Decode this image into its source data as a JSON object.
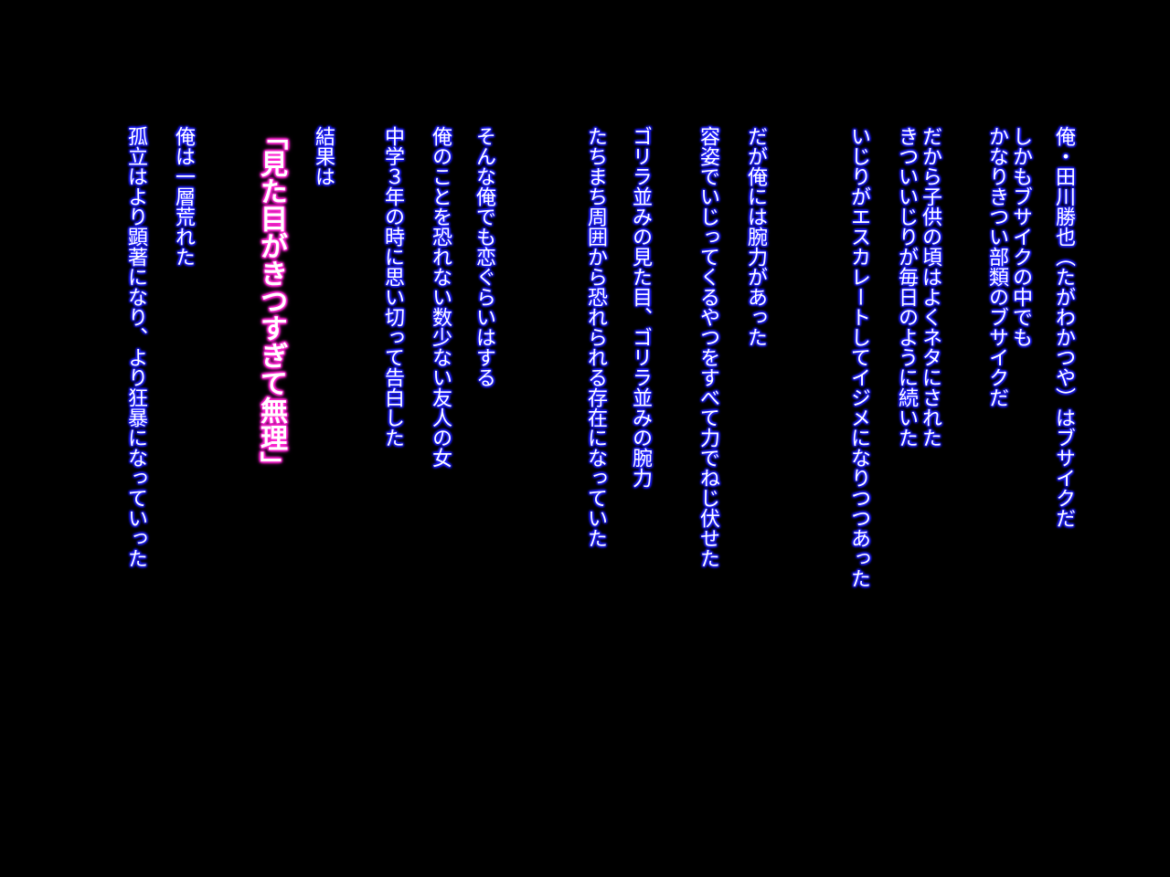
{
  "colors": {
    "background": "#000000",
    "text": "#ffffff",
    "glow_normal": "#1c1cff",
    "glow_emphasis": "#ff20d0"
  },
  "narration": {
    "lines": [
      "俺・田川勝也（たがわかつや）はブサイクだ",
      "しかもブサイクの中でも",
      "かなりきつい部類のブサイクだ",
      "だから子供の頃はよくネタにされた",
      "きついいじりが毎日のように続いた",
      "いじりがエスカレートしてイジメになりつつあった",
      "だが俺には腕力があった",
      "容姿でいじってくるやつをすべて力でねじ伏せた",
      "ゴリラ並みの見た目、ゴリラ並みの腕力",
      "たちまち周囲から恐れられる存在になっていた",
      "そんな俺でも恋ぐらいはする",
      "俺のことを恐れない数少ない友人の女",
      "中学３年の時に思い切って告白した",
      "結果は",
      "「見た目がきつすぎて無理」",
      "俺は一層荒れた",
      "孤立はより顕著になり、より狂暴になっていった"
    ]
  }
}
